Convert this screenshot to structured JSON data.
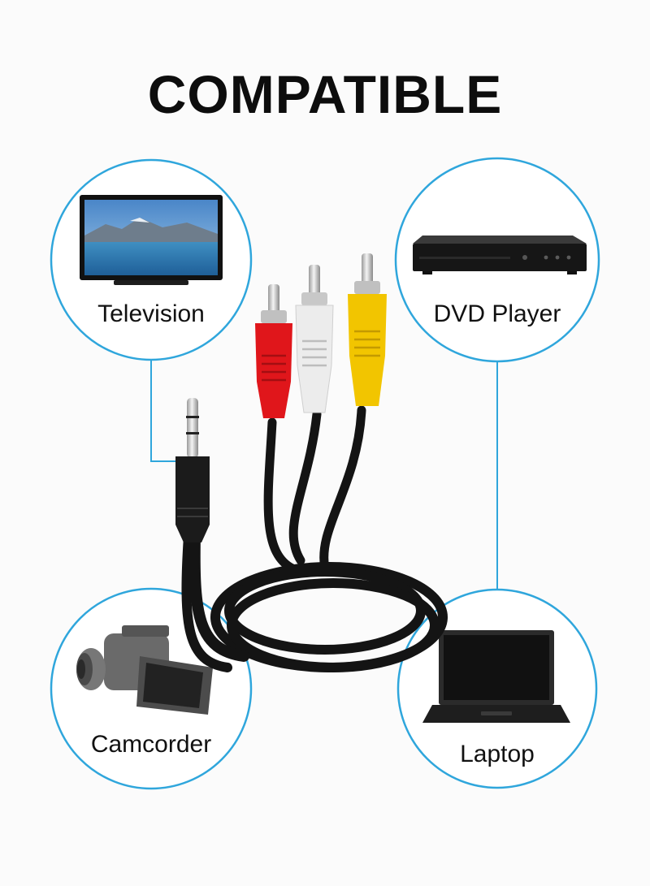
{
  "title": "COMPATIBLE",
  "colors": {
    "ring": "#2fa6dc",
    "text": "#111111",
    "background": "#fbfbfb"
  },
  "devices": [
    {
      "label": "Television",
      "icon": "television-icon"
    },
    {
      "label": "DVD Player",
      "icon": "dvd-player-icon"
    },
    {
      "label": "Camcorder",
      "icon": "camcorder-icon"
    },
    {
      "label": "Laptop",
      "icon": "laptop-icon"
    }
  ],
  "cable": {
    "plugs": [
      "red-rca-plug",
      "white-rca-plug",
      "yellow-rca-plug",
      "3.5mm-jack"
    ],
    "plug_colors": {
      "red": "#e0161b",
      "white": "#ececec",
      "yellow": "#f2c500",
      "jack": "#1b1b1b"
    }
  }
}
